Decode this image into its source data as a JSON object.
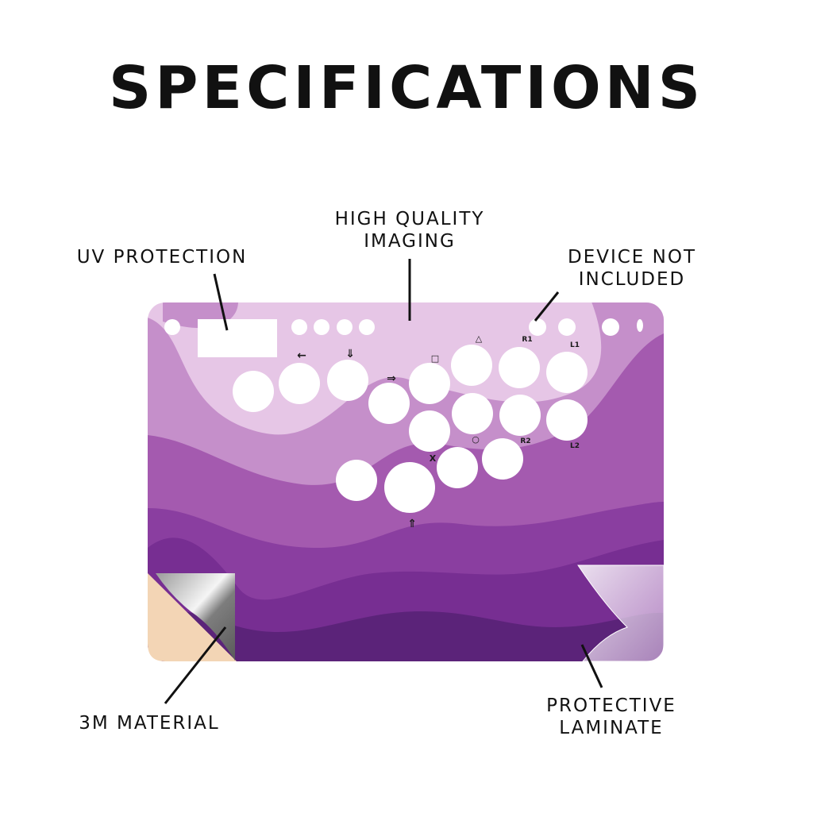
{
  "heading": "SPECIFICATIONS",
  "callouts": {
    "uv": [
      "UV PROTECTION"
    ],
    "imaging": [
      "HIGH QUALITY",
      "IMAGING"
    ],
    "device": [
      "DEVICE NOT",
      "INCLUDED"
    ],
    "material": [
      "3M MATERIAL"
    ],
    "laminate": [
      "PROTECTIVE",
      "LAMINATE"
    ]
  },
  "button_glyphs": {
    "left": "←",
    "down": "⇓",
    "right": "⇒",
    "up": "⇑",
    "square": "□",
    "triangle": "△",
    "circle": "○",
    "cross": "X",
    "r1": "R1",
    "l1": "L1",
    "r2": "R2",
    "l2": "L2"
  },
  "colors": {
    "layer1": "#e6c6e6",
    "layer2": "#c58fca",
    "layer3": "#a45aaf",
    "layer4": "#8a3ea0",
    "layer5": "#772e92",
    "layer6": "#5b2379",
    "peel_backing": "#f3d5b5",
    "text": "#111111"
  }
}
